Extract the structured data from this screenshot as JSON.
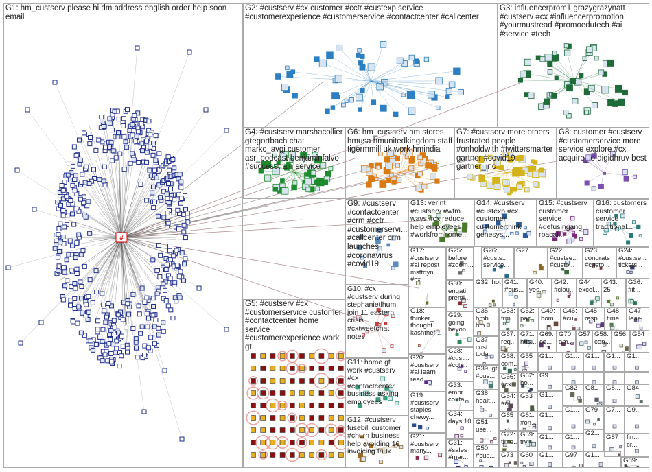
{
  "graph": {
    "background": "#ffffff",
    "border_color": "#a9a9a9",
    "central_node_label": "#",
    "groups": [
      {
        "id": "G1",
        "label": "G1: hm_custserv please hi dm address english order help soon email",
        "color": "#1f2d8a"
      },
      {
        "id": "G2",
        "label": "G2: #custserv #cx customer #cctr #custexp service #customerexperience #customerservice #contactcenter #callcenter",
        "color": "#2b7fc2"
      },
      {
        "id": "G3",
        "label": "G3: influencerprom1 grazygrazynatt #custserv #cx #influencerpromotion #yourmustread #promoedutech #ai #service #tech",
        "color": "#1f6b3a"
      },
      {
        "id": "G4",
        "label": "G4: #custserv marshacollier gregortbach chat markc_avgi customer asr_podcast benjaminfalvo #successtrain service",
        "color": "#1e8c2e"
      },
      {
        "id": "G5",
        "label": "G5: #custserv #cx #customerservice customer #contactcenter home service #customerexperience work gt",
        "color": "#8b1010"
      },
      {
        "id": "G6",
        "label": "G6: hm_custserv hm stores hmusa hmunitedkingdom staff tigermmill uk work hmindia",
        "color": "#d97a12"
      },
      {
        "id": "G7",
        "label": "G7: #custserv more others frustrated people #onholdwith #twittersmarter gartner #covid19 gartner_inc",
        "color": "#d4b21a"
      },
      {
        "id": "G8",
        "label": "G8: customer #custserv #customerservice more service explore #cx acquire_io digidhruv best",
        "color": "#7a4fb0"
      },
      {
        "id": "G9",
        "label": "G9: #custserv #contactcenter #crm #cctr #customerservi... #callcenter crm launches #coronavirus #covid19",
        "color": "#5a8bbf"
      },
      {
        "id": "G10",
        "label": "G10: #cx #custserv during stephanietlhum join 11 eastern crisis #cxtweetchat notes",
        "color": "#c04040"
      },
      {
        "id": "G11",
        "label": "G11: home gt work #custserv #cx #contactcenter business asking employees",
        "color": "#3a9a7a"
      },
      {
        "id": "G12",
        "label": "G12: #custserv fusebill customer #churn business help avoiding 10 invoicing faux",
        "color": "#9a6a2a"
      },
      {
        "id": "G13",
        "label": "G13: verint #custserv #wfm ways #cx reduce help employees #workfromhome...",
        "color": "#4a7a2a"
      },
      {
        "id": "G14",
        "label": "G14: #custserv #custexp #cx customer customerthink genesys...",
        "color": "#2a5a9a"
      },
      {
        "id": "G15",
        "label": "G15: #custserv customer service #defusingang... rbacal...",
        "color": "#7a2a7a"
      },
      {
        "id": "G16",
        "label": "G16: customers customer service traditional...",
        "color": "#2a7a7a"
      },
      {
        "id": "G17",
        "label": "G17: #custserv #ai repost msftdyn... #cx...",
        "color": "#6a6a2a"
      },
      {
        "id": "G18",
        "label": "G18: thinker_... thought... kashthef...",
        "color": "#8a4a2a"
      },
      {
        "id": "G19",
        "label": "G19: #custserv staples chewy...",
        "color": "#2a4a8a"
      },
      {
        "id": "G20",
        "label": "G20: #custserv #ai learn read...",
        "color": "#5a2a8a"
      },
      {
        "id": "G21",
        "label": "G21: #custserv many...",
        "color": "#8a2a4a"
      },
      {
        "id": "G22",
        "label": "G22: #custse... #custo...",
        "color": "#3a6a3a"
      },
      {
        "id": "G23",
        "label": "G23: congrats #custo...",
        "color": "#6a3a3a"
      },
      {
        "id": "G24",
        "label": "G24: #custse... tickets...",
        "color": "#3a3a6a"
      },
      {
        "id": "G25",
        "label": "G25: before #zoom...",
        "color": "#6a6a6a"
      },
      {
        "id": "G26",
        "label": "G26: #custs... service...",
        "color": "#2a6a8a"
      },
      {
        "id": "G27",
        "label": "G27",
        "color": "#8a6a2a"
      },
      {
        "id": "G28",
        "label": "G28: #cust... #cctr...",
        "color": "#4a2a6a"
      },
      {
        "id": "G29",
        "label": "G29: going beyon...",
        "color": "#2a8a5a"
      },
      {
        "id": "G30",
        "label": "G30: engati premi...",
        "color": "#8a2a2a"
      },
      {
        "id": "G31",
        "label": "G31: #sales #mar...",
        "color": "#2a2a8a"
      },
      {
        "id": "G32",
        "label": "G32: hot",
        "color": "#5a5a2a"
      },
      {
        "id": "G33",
        "label": "G33: empr... conta...",
        "color": "#2a5a5a"
      },
      {
        "id": "G34",
        "label": "G34: days 10",
        "color": "#5a2a5a"
      },
      {
        "id": "G35",
        "label": "G35: hmb... hm...",
        "color": "#7a5a2a"
      },
      {
        "id": "G36",
        "label": "G36: #it...",
        "color": "#2a7a4a"
      },
      {
        "id": "G37",
        "label": "G37: cust... toda...",
        "color": "#4a4a7a"
      },
      {
        "id": "G38",
        "label": "G38: healt...",
        "color": "#7a4a4a"
      },
      {
        "id": "G39",
        "label": "G39: gt #cus...",
        "color": "#4a7a7a"
      },
      {
        "id": "G40",
        "label": "G40: yes...",
        "color": "#7a7a4a"
      },
      {
        "id": "G41",
        "label": "G41: #cus...",
        "color": "#3a5a7a"
      },
      {
        "id": "G42",
        "label": "G42: #clou...",
        "color": "#7a3a5a"
      },
      {
        "id": "G43",
        "label": "G43: 25",
        "color": "#5a7a3a"
      },
      {
        "id": "G44",
        "label": "G44: excel...",
        "color": "#3a7a5a"
      },
      {
        "id": "G45",
        "label": "G45: resp...",
        "color": "#5a3a7a"
      },
      {
        "id": "G46",
        "label": "G46: #cu...",
        "color": "#7a5a5a"
      },
      {
        "id": "G47",
        "label": "G47: lear...",
        "color": "#5a5a7a"
      },
      {
        "id": "G48",
        "label": "G48: time...",
        "color": "#5a7a5a"
      },
      {
        "id": "G49",
        "label": "G49: hom...",
        "color": "#6a4a3a"
      },
      {
        "id": "G50",
        "label": "G50: #cus...",
        "color": "#3a4a6a"
      },
      {
        "id": "G51",
        "label": "G51: use...",
        "color": "#6a3a4a"
      },
      {
        "id": "G52",
        "label": "G52: pac...",
        "color": "#4a6a3a"
      },
      {
        "id": "G53",
        "label": "G53: frm",
        "color": "#3a6a4a"
      },
      {
        "id": "G54",
        "label": "G54",
        "color": "#4a3a6a"
      },
      {
        "id": "G55",
        "label": "G55",
        "color": "#6a4a6a"
      },
      {
        "id": "G56",
        "label": "G56",
        "color": "#6a6a4a"
      },
      {
        "id": "G57",
        "label": "G57",
        "color": "#4a6a6a"
      },
      {
        "id": "G58",
        "label": "G58: cen...",
        "color": "#5a4a3a"
      },
      {
        "id": "G59",
        "label": "G59: try",
        "color": "#3a5a4a"
      },
      {
        "id": "G60",
        "label": "G60",
        "color": "#4a3a5a"
      },
      {
        "id": "G61",
        "label": "G61: #on...",
        "color": "#5a3a4a"
      },
      {
        "id": "G62",
        "label": "G62: ho...",
        "color": "#3a4a5a"
      },
      {
        "id": "G63",
        "label": "G63",
        "color": "#4a5a3a"
      },
      {
        "id": "G64",
        "label": "G64: #cu...",
        "color": "#5a4a5a"
      },
      {
        "id": "G65",
        "label": "G65",
        "color": "#4a5a5a"
      },
      {
        "id": "G66",
        "label": "G66: #cx...",
        "color": "#5a5a4a"
      },
      {
        "id": "G67",
        "label": "G67: req...",
        "color": "#6a5a3a"
      },
      {
        "id": "G68",
        "label": "G68: com...",
        "color": "#3a6a5a"
      },
      {
        "id": "G69",
        "label": "G69: co...",
        "color": "#5a3a6a"
      },
      {
        "id": "G70",
        "label": "G70: am...",
        "color": "#6a3a5a"
      },
      {
        "id": "G71",
        "label": "G71: hus...",
        "color": "#3a5a6a"
      },
      {
        "id": "G72",
        "label": "G72: time...",
        "color": "#5a6a3a"
      },
      {
        "id": "G73",
        "label": "G73",
        "color": "#6a5a5a"
      },
      {
        "id": "G79",
        "label": "G79",
        "color": "#5a6a5a"
      },
      {
        "id": "G81",
        "label": "G81",
        "color": "#5a5a6a"
      },
      {
        "id": "G82",
        "label": "G82",
        "color": "#6a6a5a"
      },
      {
        "id": "G84",
        "label": "G84",
        "color": "#5a6a6a"
      },
      {
        "id": "G87",
        "label": "G87",
        "color": "#6a5a6a"
      },
      {
        "id": "G89",
        "label": "G89:...",
        "color": "#4a4a4a"
      },
      {
        "id": "G97",
        "label": "G97",
        "color": "#6a4a4a"
      }
    ],
    "minor_labels": {
      "g5_extra": "G5",
      "g1x": "G1...",
      "g2x": "G2...",
      "g7x": "G7...",
      "g8x": "G8...",
      "g9x": "G9...",
      "gfin": "fin... cr..."
    }
  }
}
